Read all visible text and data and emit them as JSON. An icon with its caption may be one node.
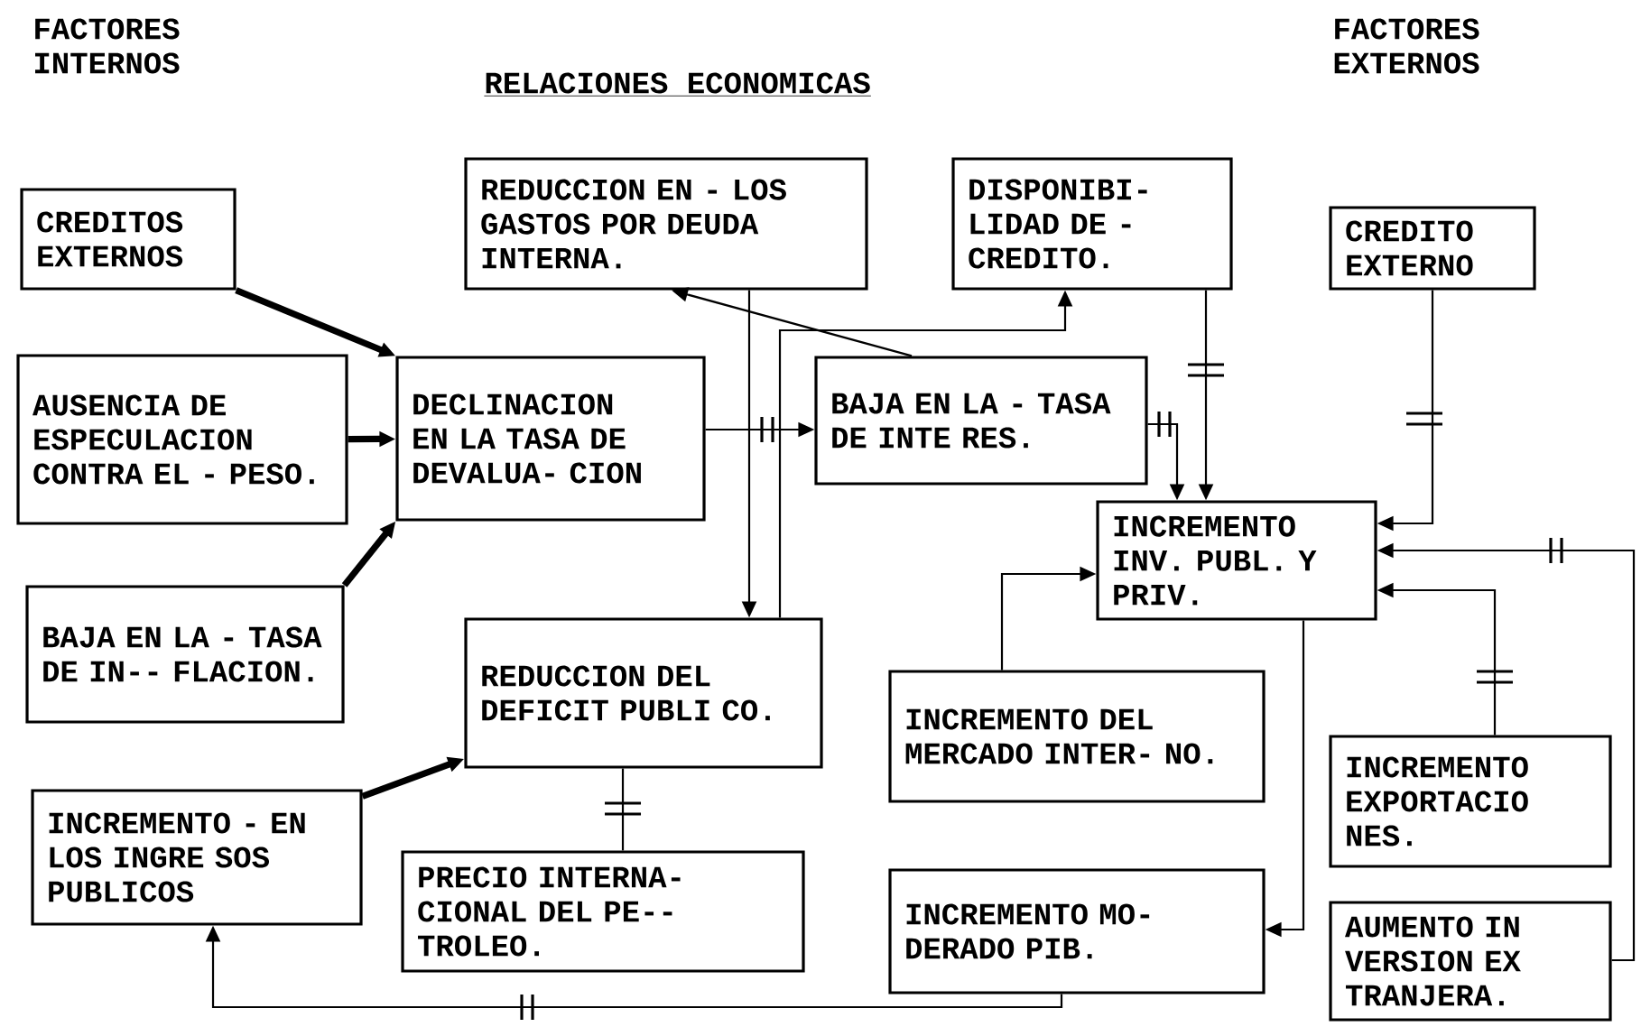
{
  "diagram": {
    "title": "RELACIONES ECONOMICAS",
    "nodes": [
      {
        "text": [
          "CREDITOS EXTERNOS"
        ]
      },
      {
        "text": [
          "AUSENCIA DE ESPECULACION CONTRA EL - PESO."
        ]
      },
      {
        "text": [
          "BAJA EN LA - TASA DE IN-- FLACION."
        ]
      },
      {
        "text": [
          "INCREMENTO - EN LOS INGRE SOS PUBLICOS"
        ]
      },
      {
        "text": [
          "REDUCCION EN - LOS GASTOS POR DEUDA INTERNA."
        ]
      },
      {
        "text": [
          "DISPONIBI- LIDAD DE - CREDITO."
        ]
      },
      {
        "text": [
          "DECLINACION EN LA TASA DE DEVALUA- CION"
        ]
      },
      {
        "text": [
          "BAJA EN LA - TASA DE INTE RES."
        ]
      },
      {
        "text": [
          "REDUCCION DEL DEFICIT PUBLI CO."
        ]
      },
      {
        "text": [
          "PRECIO INTERNA- CIONAL DEL PE-- TROLEO."
        ]
      },
      {
        "text": [
          "CREDITO EXTERNO"
        ]
      },
      {
        "text": [
          "INCREMENTO INV. PUBL. Y PRIV."
        ]
      },
      {
        "text": [
          "INCREMENTO DEL MERCADO INTER- NO."
        ]
      },
      {
        "text": [
          "INCREMENTO EXPORTACIO NES."
        ]
      },
      {
        "text": [
          "INCREMENTO MO- DERADO PIB."
        ]
      },
      {
        "text": [
          "AUMENTO IN VERSION EX TRANJERA."
        ]
      }
    ],
    "edges": [
      {
        "from": 0,
        "to": 6,
        "arrow": "to",
        "style": "thick"
      },
      {
        "from": 1,
        "to": 6,
        "arrow": "to",
        "style": "thick"
      },
      {
        "from": 2,
        "to": 6,
        "arrow": "to",
        "style": "thick"
      },
      {
        "from": 3,
        "to": 8,
        "arrow": "to",
        "style": "thick"
      },
      {
        "from": 6,
        "to": 7,
        "arrow": "to"
      },
      {
        "from": 7,
        "to": 4,
        "arrow": "to"
      },
      {
        "from": 4,
        "to": 8,
        "arrow": "to"
      },
      {
        "from": 8,
        "to": 5,
        "arrow": "to"
      },
      {
        "from": 5,
        "to": 11,
        "arrow": "to"
      },
      {
        "from": 7,
        "to": 11,
        "arrow": "to"
      },
      {
        "from": 10,
        "to": 11,
        "arrow": "to"
      },
      {
        "from": 12,
        "to": 11,
        "arrow": "to"
      },
      {
        "from": 13,
        "to": 11,
        "arrow": "to"
      },
      {
        "from": 15,
        "to": 11,
        "arrow": "to"
      },
      {
        "from": 11,
        "to": 14,
        "arrow": "to"
      },
      {
        "from": 14,
        "to": 3,
        "arrow": "to"
      },
      {
        "from": 9,
        "to": 8,
        "arrow": "none"
      }
    ],
    "labels": [
      "FACTORES INTERNOS",
      "FACTORES EXTERNOS"
    ]
  }
}
